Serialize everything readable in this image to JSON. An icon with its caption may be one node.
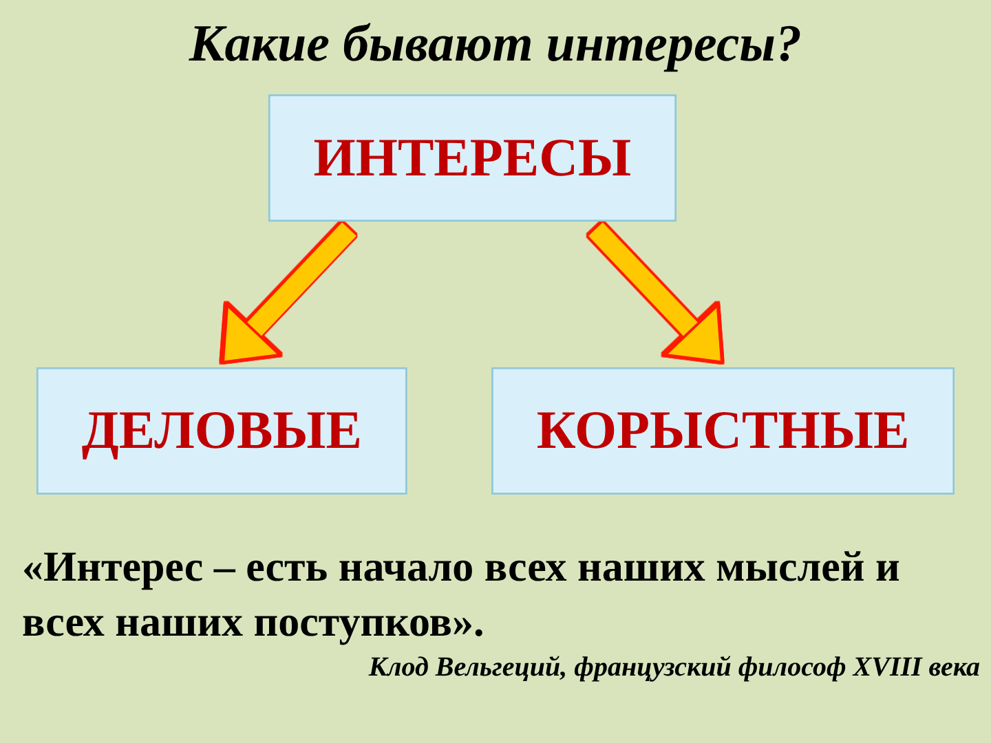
{
  "diagram": {
    "title": "Какие бывают интересы?",
    "nodes": [
      {
        "text": [
          "ИНТЕРЕСЫ"
        ]
      },
      {
        "text": [
          "ДЕЛОВЫЕ"
        ]
      },
      {
        "text": [
          "КОРЫСТНЫЕ"
        ]
      }
    ],
    "edges": [
      {
        "from": 0,
        "to": 1,
        "arrow": "to"
      },
      {
        "from": 0,
        "to": 2,
        "arrow": "to"
      }
    ],
    "labels": [
      "«Интерес – есть начало всех наших мыслей и всех наших поступков».",
      "Клод Вельгеций, французский философ XVIII века"
    ]
  }
}
